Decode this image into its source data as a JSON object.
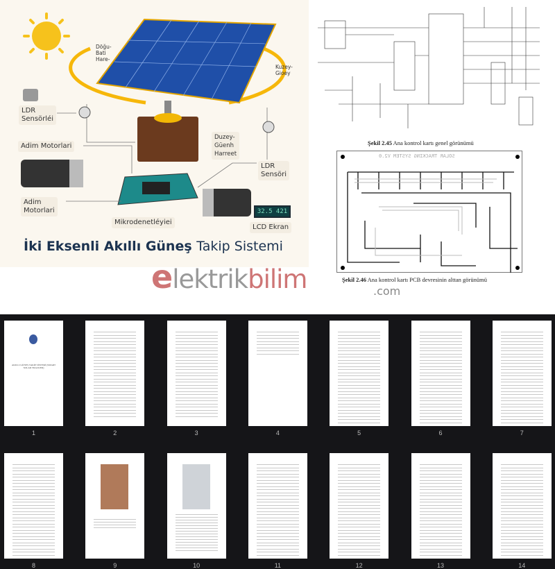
{
  "hero": {
    "labels": {
      "east_west": "Döğu-\nBati\nHare-",
      "north_south": "Kuzey-\nGioey",
      "ldr_left": "LDR\nSensörléi",
      "step_motor_top": "Adim Motorlari",
      "elevation": "Duzey-\nGüenh\nHarreet",
      "ldr_right": "LDR\nSensöri",
      "step_motor_bottom": "Adim\nMotorlari",
      "mcu": "Mikrodenetléyiei",
      "lcd": "LCD Ekran",
      "lcd_value": "32.5 421"
    },
    "title_bold": "İki Eksenli Akıllı Güneş",
    "title_light": "Takip Sistemi"
  },
  "figures": {
    "fig1_num": "Şekil 2.45",
    "fig1_text": "Ana kontrol kartı genel görünümü",
    "pcb_silkscreen": "SOLAR TRACKING SYSTEM V2.0",
    "fig2_num": "Şekil 2.46",
    "fig2_text": "Ana kontrol kartı PCB devresinin alttan görünümü"
  },
  "logo": {
    "e": "e",
    "mid": "lektrik",
    "end": "bilim",
    "tld": ".com"
  },
  "viewer": {
    "cover_title": "AKILLI GÜNEŞ TAKİP SİSTEMİ (SMART SOLAR TRACKER)",
    "pages": [
      "1",
      "2",
      "3",
      "4",
      "5",
      "6",
      "7",
      "8",
      "9",
      "10",
      "11",
      "12",
      "13",
      "14"
    ]
  },
  "colors": {
    "accent": "#f2b705",
    "panel": "#1f4fa8",
    "logo_red": "#c65e5e",
    "viewer_bg": "#151518"
  }
}
